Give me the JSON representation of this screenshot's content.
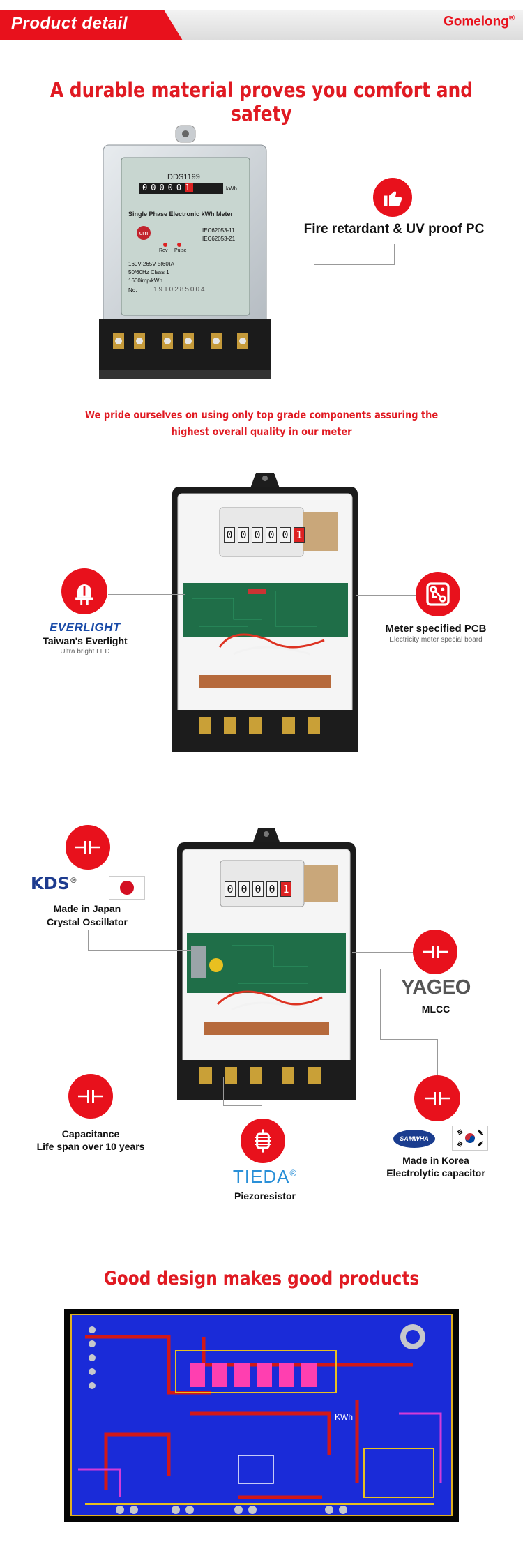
{
  "header": {
    "title": "Product  detail",
    "brand": "Gomelong",
    "brand_mark": "®"
  },
  "section1": {
    "headline": "A durable material proves you comfort and safety",
    "feature": "Fire retardant & UV proof PC",
    "meter": {
      "model": "DDS1199",
      "counter": "00000",
      "counter_last": "1",
      "unit": "kWh",
      "name": "Single Phase Electronic kWh Meter",
      "std1": "IEC62053-11",
      "std2": "IEC62053-21",
      "rev": "Rev",
      "pulse": "Pulse",
      "spec1": "160V-265V 5(60)A",
      "spec2": "50/60Hz  Class 1",
      "spec3": "1600imp/kWh",
      "no_label": "No.",
      "serial": "1910285004"
    }
  },
  "section2": {
    "headline_line1": "We pride ourselves on using only top grade components assuring the",
    "headline_line2": "highest overall quality in our meter",
    "left": {
      "logo": "EVERLIGHT",
      "title": "Taiwan's Everlight",
      "sub": "Ultra bright LED"
    },
    "right": {
      "title": "Meter specified PCB",
      "sub": "Electricity meter special board"
    },
    "counter_digits": [
      "0",
      "0",
      "0",
      "0",
      "0",
      "1"
    ]
  },
  "section3": {
    "kds": {
      "logo": "KDS",
      "mark": "®",
      "line1": "Made in Japan",
      "line2": "Crystal Oscillator"
    },
    "yageo": {
      "logo": "YAGEO",
      "sub": "MLCC"
    },
    "capacitance": {
      "line1": "Capacitance",
      "line2": "Life span over 10 years"
    },
    "tieda": {
      "logo": "TIEDA",
      "mark": "®",
      "sub": "Piezoresistor"
    },
    "samwha": {
      "logo": "SAMWHA",
      "line1": "Made in Korea",
      "line2": "Electrolytic capacitor"
    },
    "counter_digits": [
      "0",
      "0",
      "0",
      "0",
      "1"
    ]
  },
  "section4": {
    "headline": "Good design makes good products",
    "pcb_label": "KWh"
  },
  "colors": {
    "accent": "#e8111c",
    "headline": "#e01a22"
  }
}
